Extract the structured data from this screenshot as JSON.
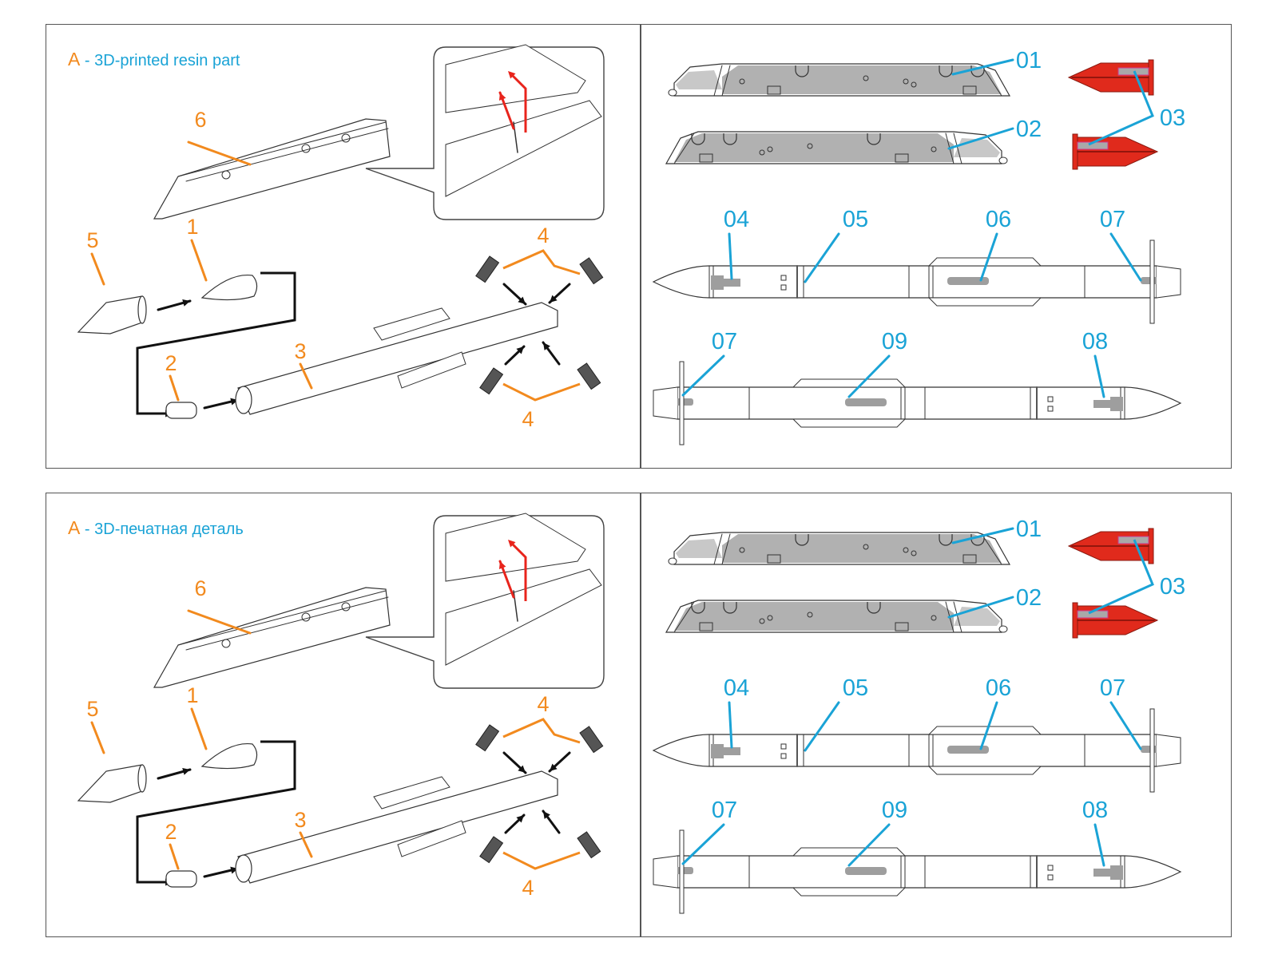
{
  "colors": {
    "part_label": "#f28a1e",
    "decal_label": "#1aa3d6",
    "line": "#333333",
    "decal_gray": "#9e9e9e",
    "panel_gray": "#a3a3a3",
    "red_part": "#e02a1c",
    "red_arrow": "#e8241c",
    "border": "#555555"
  },
  "sheets": [
    {
      "id": "en",
      "title": {
        "letter": "A",
        "separator": " - ",
        "text": "3D-printed resin part"
      }
    },
    {
      "id": "ru",
      "title": {
        "letter": "A",
        "separator": " - ",
        "text": "3D-печатная деталь"
      }
    }
  ],
  "assembly": {
    "part_labels": {
      "p6": "6",
      "p1": "1",
      "p5": "5",
      "p2": "2",
      "p3": "3",
      "p4_top": "4",
      "p4_bottom": "4"
    },
    "inset": "detail-view-pylon-attachment"
  },
  "decals": {
    "labels": {
      "d01": "01",
      "d02": "02",
      "d03": "03",
      "d04": "04",
      "d05": "05",
      "d06": "06",
      "d07_top": "07",
      "d07_bottom": "07",
      "d08": "08",
      "d09": "09"
    }
  }
}
